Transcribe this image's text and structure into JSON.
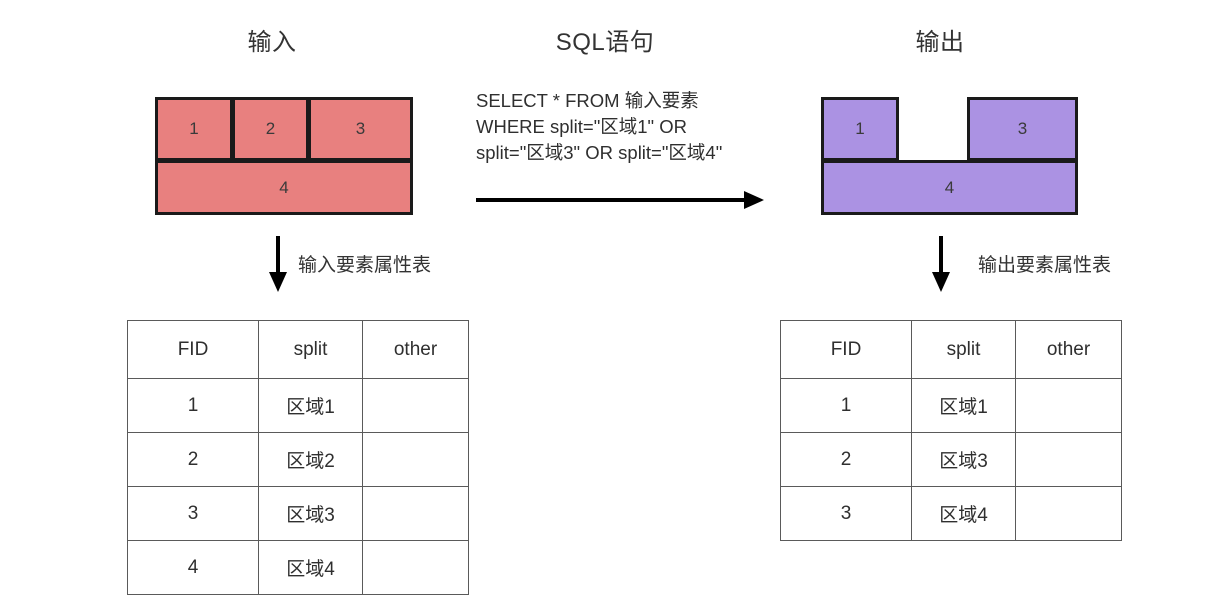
{
  "titles": {
    "input": "输入",
    "sql": "SQL语句",
    "output": "输出"
  },
  "sql": {
    "line1": "SELECT * FROM 输入要素",
    "line2": "WHERE split=\"区域1\" OR",
    "line3": "split=\"区域3\" OR split=\"区域4\""
  },
  "arrow_labels": {
    "input_table": "输入要素属性表",
    "output_table": "输出要素属性表"
  },
  "input_shape": {
    "fill_color": "#e8807f",
    "stroke_color": "#1a1a1a",
    "cells": [
      {
        "label": "1"
      },
      {
        "label": "2"
      },
      {
        "label": "3"
      },
      {
        "label": "4"
      }
    ]
  },
  "output_shape": {
    "fill_color": "#ab92e3",
    "stroke_color": "#1a1a1a",
    "cells": [
      {
        "label": "1"
      },
      {
        "label": "3"
      },
      {
        "label": "4"
      }
    ]
  },
  "input_table": {
    "headers": [
      "FID",
      "split",
      "other"
    ],
    "rows": [
      [
        "1",
        "区域1",
        ""
      ],
      [
        "2",
        "区域2",
        ""
      ],
      [
        "3",
        "区域3",
        ""
      ],
      [
        "4",
        "区域4",
        ""
      ]
    ]
  },
  "output_table": {
    "headers": [
      "FID",
      "split",
      "other"
    ],
    "rows": [
      [
        "1",
        "区域1",
        ""
      ],
      [
        "2",
        "区域3",
        ""
      ],
      [
        "3",
        "区域4",
        ""
      ]
    ]
  }
}
